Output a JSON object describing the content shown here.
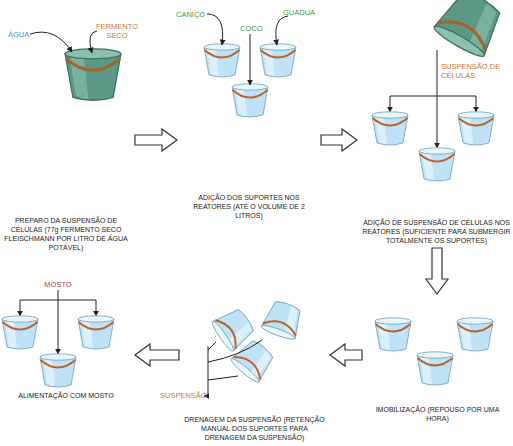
{
  "diagram": {
    "nodes": [
      {
        "text": [
          "PREPARO DA SUSPENSÃO DE CÉLULAS (77g FERMENTO SECO FLEISCHMANN POR LITRO DE ÁGUA POTÁVEL)"
        ]
      },
      {
        "text": [
          "ADIÇÃO DOS SUPORTES NOS REATORES (ATÉ O VOLUME DE 2 LITROS)"
        ]
      },
      {
        "text": [
          "ADIÇÃO DE SUSPENSÃO DE CÉLULAS NOS REATORES (SUFICIENTE PARA SUBMERGIR TOTALMENTE OS SUPORTES)"
        ]
      },
      {
        "text": [
          "IMOBILIZAÇÃO (REPOUSO POR UMA HORA)"
        ]
      },
      {
        "text": [
          "DRENAGEM DA SUSPENSÃO (RETENÇÃO MANUAL DOS SUPORTES PARA DRENAGEM DA SUSPENSÃO)"
        ]
      },
      {
        "text": [
          "ALIMENTAÇÃO COM MOSTO"
        ]
      }
    ],
    "edges": [
      {
        "from": 0,
        "to": 1,
        "arrow": "to"
      },
      {
        "from": 1,
        "to": 2,
        "arrow": "to"
      },
      {
        "from": 2,
        "to": 3,
        "arrow": "to"
      },
      {
        "from": 3,
        "to": 4,
        "arrow": "to"
      },
      {
        "from": 4,
        "to": 5,
        "arrow": "to"
      }
    ],
    "labels": [
      "ÁGUA",
      "FERMENTO SECO",
      "CANIÇO",
      "COCO",
      "GUADUA",
      "SUSPENSÃO DE CÉLULAS",
      "MOSTO",
      "SUSPENSÃO"
    ]
  }
}
